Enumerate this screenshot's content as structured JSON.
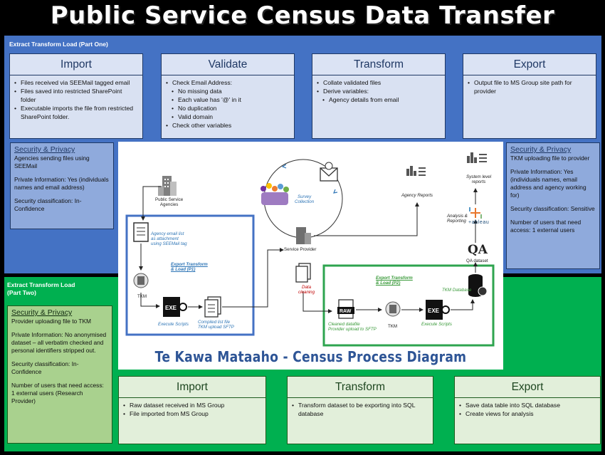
{
  "title": "Public Service Census Data Transfer",
  "part_one": {
    "label": "Extract Transform Load (Part One)",
    "stages": [
      {
        "title": "Import",
        "items": [
          {
            "text": "Files received via SEEMail tagged email",
            "sub": false
          },
          {
            "text": "Files saved into restricted SharePoint folder",
            "sub": false
          },
          {
            "text": "Executable imports the file from restricted SharePoint folder.",
            "sub": false
          }
        ]
      },
      {
        "title": "Validate",
        "items": [
          {
            "text": "Check Email Address:",
            "sub": false
          },
          {
            "text": "No missing data",
            "sub": true
          },
          {
            "text": "Each value has '@' in it",
            "sub": true
          },
          {
            "text": "No duplication",
            "sub": true
          },
          {
            "text": "Valid domain",
            "sub": true
          },
          {
            "text": "Check other variables",
            "sub": false
          }
        ]
      },
      {
        "title": "Transform",
        "items": [
          {
            "text": "Collate validated files",
            "sub": false
          },
          {
            "text": "Derive variables:",
            "sub": false
          },
          {
            "text": "Agency details from email",
            "sub": true
          }
        ]
      },
      {
        "title": "Export",
        "items": [
          {
            "text": "Output file to MS Group site path for provider",
            "sub": false
          }
        ]
      }
    ],
    "security_left": {
      "title": "Security & Privacy",
      "lines": [
        "Agencies sending files using SEEMail",
        "Private Information: Yes (individuals names and email address)",
        "Security classification: In-Confidence"
      ]
    },
    "security_right": {
      "title": "Security & Privacy",
      "lines": [
        "TKM uploading file to provider",
        "Private Information: Yes (individuals names, email address and agency working for)",
        "Security classification: Sensitive",
        "Number of users that need access: 1 external users"
      ]
    }
  },
  "part_two": {
    "label_line1": "Extract Transform Load",
    "label_line2": "(Part Two)",
    "security": {
      "title": "Security & Privacy",
      "lines": [
        "Provider uploading file to TKM",
        "Private Information: No anonymised dataset – all verbatim checked and personal identifiers stripped out.",
        "Security classification: In-Confidence",
        "Number of users that need access: 1 external users (Research Provider)"
      ]
    },
    "stages": [
      {
        "title": "Import",
        "items": [
          {
            "text": "Raw dataset received in MS Group",
            "sub": false
          },
          {
            "text": "File imported from MS Group",
            "sub": false
          }
        ]
      },
      {
        "title": "Transform",
        "items": [
          {
            "text": "Transform dataset to be exporting into SQL database",
            "sub": false
          }
        ]
      },
      {
        "title": "Export",
        "items": [
          {
            "text": "Save data table into SQL database",
            "sub": false
          },
          {
            "text": "Create views for analysis",
            "sub": false
          }
        ]
      }
    ]
  },
  "diagram": {
    "title": "Te Kawa Mataaho - Census Process Diagram",
    "psa_line1": "Public Service",
    "psa_line2": "Agencies",
    "agency_list_1": "Agency email list",
    "agency_list_2": "as attachment",
    "agency_list_3": "using SEEMail tag",
    "etl_p1_1": "Export Transform",
    "etl_p1_2": "& Load (P1)",
    "tkm": "TKM",
    "execute_scripts": "Execute Scripts",
    "compiled_1": "Compiled list file",
    "compiled_2": "TKM upload SFTP",
    "survey_1": "Survey",
    "survey_2": "Collection",
    "service_provider": "Service Provider",
    "agency_reports": "Agency Reports",
    "data_cleaning_1": "Data",
    "data_cleaning_2": "cleaning",
    "etl_p2_1": "Export Transform",
    "etl_p2_2": "& Load (P2)",
    "raw": "RAW",
    "exe": "EXE",
    "cleaned_1": "Cleaned datafile",
    "cleaned_2": "Provider upload to SFTP",
    "tkm2": "TKM",
    "execute_scripts2": "Execute Scripts",
    "tkm_database": "TKM Database",
    "qa": "QA",
    "qa_dataset": "QA dataset",
    "analysis_1": "Analysis &",
    "analysis_2": "Reporting",
    "tableau": "+ableau",
    "system_1": "System level",
    "system_2": "reports"
  },
  "colors": {
    "blue_panel": "#4472c4",
    "green_panel": "#00b050",
    "diagram_blue": "#2e75b6",
    "diagram_green": "#3a9a3a",
    "diagram_red": "#c00000"
  }
}
